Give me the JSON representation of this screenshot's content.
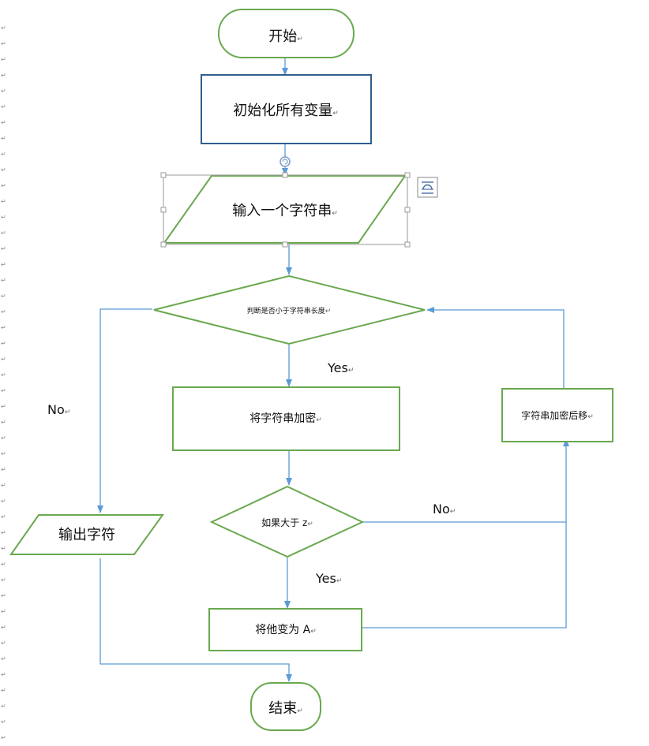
{
  "colors": {
    "green": "#6aa84f",
    "blue_border": "#2f5e8e",
    "arrow": "#5b9bd5",
    "handle": "#9a9a9a"
  },
  "nodes": {
    "start": "开始",
    "init": "初始化所有变量",
    "input": "输入一个字符串",
    "cond_len": "判断是否小于字符串长度",
    "encrypt": "将字符串加密",
    "shift": "字符串加密后移",
    "cond_z": "如果大于 z",
    "to_a": "将他变为 A",
    "output": "输出字符",
    "end": "结束"
  },
  "edge_labels": {
    "yes1": "Yes",
    "no1": "No",
    "yes2": "Yes",
    "no2": "No"
  },
  "para_mark": "↵"
}
